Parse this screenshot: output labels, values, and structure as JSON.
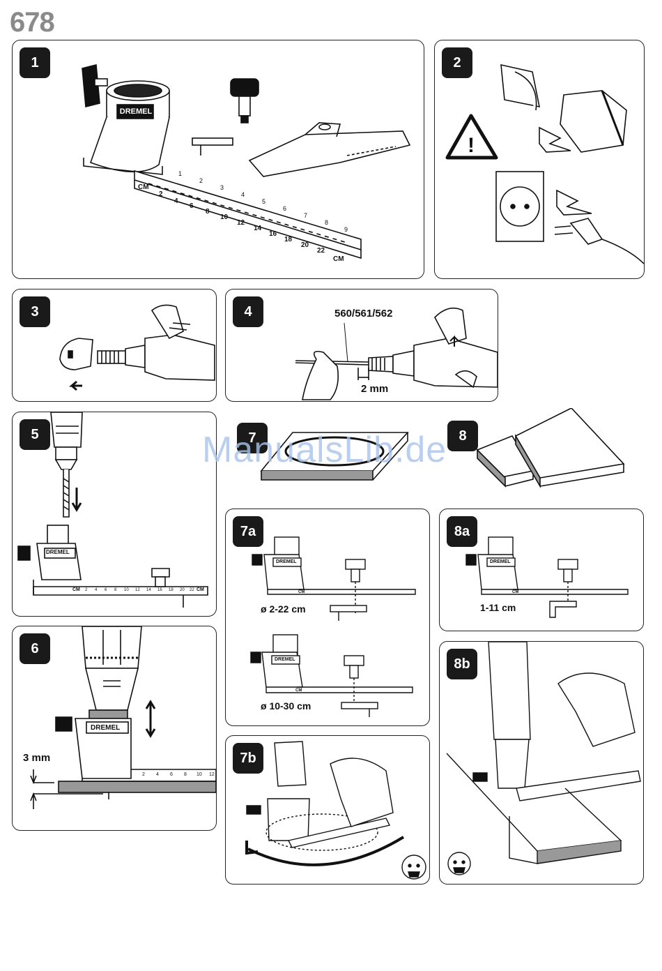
{
  "page": {
    "model_number": "678",
    "watermark": "ManualsLib.de"
  },
  "panels": {
    "p1": {
      "badge": "1",
      "brand": "DREMEL",
      "scale_unit": "CM",
      "scale_unit_end": "CM",
      "scale_top": [
        "1",
        "2",
        "3",
        "4",
        "5",
        "6",
        "7",
        "8",
        "9"
      ],
      "scale_bottom": [
        "2",
        "4",
        "6",
        "8",
        "10",
        "12",
        "14",
        "16",
        "18",
        "20",
        "22"
      ]
    },
    "p2": {
      "badge": "2"
    },
    "p3": {
      "badge": "3"
    },
    "p4": {
      "badge": "4",
      "bit_models": "560/561/562",
      "shank_size": "2 mm"
    },
    "p5": {
      "badge": "5",
      "brand": "DREMEL",
      "scale_unit": "CM",
      "scale_unit_end": "CM",
      "scale": [
        "2",
        "4",
        "6",
        "8",
        "10",
        "12",
        "14",
        "16",
        "18",
        "20",
        "22"
      ]
    },
    "p6": {
      "badge": "6",
      "brand": "DREMEL",
      "depth": "3 mm",
      "scale": [
        "2",
        "4",
        "6",
        "8",
        "10",
        "12"
      ]
    },
    "p7": {
      "badge": "7"
    },
    "p8": {
      "badge": "8"
    },
    "p7a": {
      "badge": "7a",
      "brand": "DREMEL",
      "range1": "ø 2-22 cm",
      "range2": "ø 10-30 cm",
      "scale_unit": "CM"
    },
    "p7b": {
      "badge": "7b"
    },
    "p8a": {
      "badge": "8a",
      "brand": "DREMEL",
      "range": "1-11 cm",
      "scale_unit": "CM"
    },
    "p8b": {
      "badge": "8b"
    }
  }
}
